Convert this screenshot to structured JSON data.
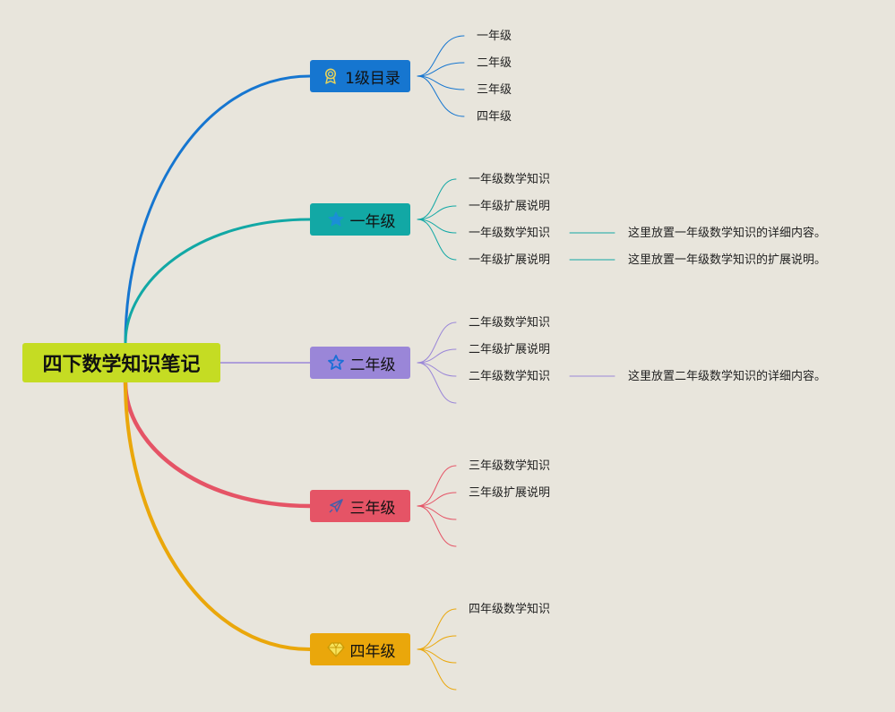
{
  "root": {
    "label": "四下数学知识笔记",
    "color": "#c5dc23"
  },
  "branches": [
    {
      "label": "1级目录",
      "icon": "award-ribbon-icon",
      "color": "#1676d0",
      "items": [
        {
          "text": "一年级"
        },
        {
          "text": "二年级"
        },
        {
          "text": "三年级"
        },
        {
          "text": "四年级"
        }
      ]
    },
    {
      "label": "一年级",
      "icon": "star-icon",
      "color": "#12a8a5",
      "items": [
        {
          "text": "一年级数学知识"
        },
        {
          "text": "一年级扩展说明"
        },
        {
          "text": "一年级数学知识",
          "detail": "这里放置一年级数学知识的详细内容。"
        },
        {
          "text": "一年级扩展说明",
          "detail": "这里放置一年级数学知识的扩展说明。"
        }
      ]
    },
    {
      "label": "二年级",
      "icon": "star-outline-icon",
      "color": "#9a86d8",
      "items": [
        {
          "text": "二年级数学知识"
        },
        {
          "text": "二年级扩展说明"
        },
        {
          "text": "二年级数学知识",
          "detail": "这里放置二年级数学知识的详细内容。"
        },
        {
          "text": ""
        }
      ]
    },
    {
      "label": "三年级",
      "icon": "rocket-icon",
      "color": "#e55466",
      "items": [
        {
          "text": "三年级数学知识"
        },
        {
          "text": "三年级扩展说明"
        },
        {
          "text": ""
        },
        {
          "text": ""
        }
      ]
    },
    {
      "label": "四年级",
      "icon": "diamond-icon",
      "color": "#eaa70b",
      "items": [
        {
          "text": "四年级数学知识"
        },
        {
          "text": ""
        },
        {
          "text": ""
        },
        {
          "text": ""
        }
      ]
    }
  ]
}
